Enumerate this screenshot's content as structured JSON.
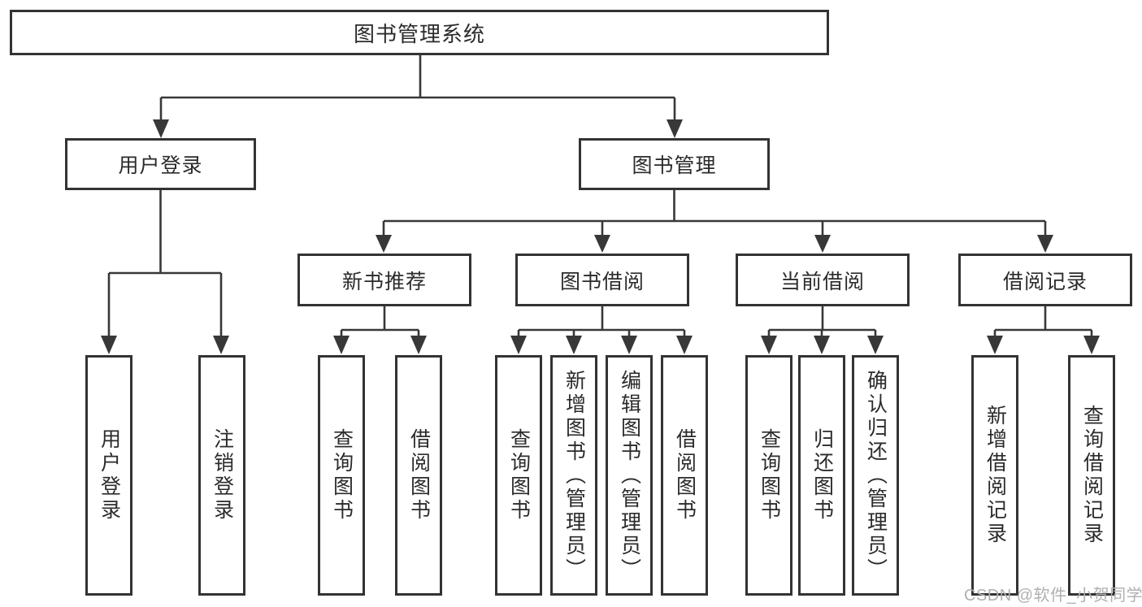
{
  "tree": {
    "root": {
      "label": "图书管理系统",
      "children": [
        {
          "label": "用户登录",
          "children": [
            {
              "label": "用户登录"
            },
            {
              "label": "注销登录"
            }
          ]
        },
        {
          "label": "图书管理",
          "children": [
            {
              "label": "新书推荐",
              "children": [
                {
                  "label": "查询图书"
                },
                {
                  "label": "借阅图书"
                }
              ]
            },
            {
              "label": "图书借阅",
              "children": [
                {
                  "label": "查询图书"
                },
                {
                  "label": "新增图书（管理员）"
                },
                {
                  "label": "编辑图书（管理员）"
                },
                {
                  "label": "借阅图书"
                }
              ]
            },
            {
              "label": "当前借阅",
              "children": [
                {
                  "label": "查询图书"
                },
                {
                  "label": "归还图书"
                },
                {
                  "label": "确认归还（管理员）"
                }
              ]
            },
            {
              "label": "借阅记录",
              "children": [
                {
                  "label": "新增借阅记录"
                },
                {
                  "label": "查询借阅记录"
                }
              ]
            }
          ]
        }
      ]
    }
  },
  "watermark": {
    "text": "CSDN @软件_小贺同学"
  },
  "colors": {
    "line": "#383838",
    "box_border": "#333333",
    "text": "#2b2b2b",
    "watermark": "#b0b0b0",
    "background": "#ffffff"
  }
}
